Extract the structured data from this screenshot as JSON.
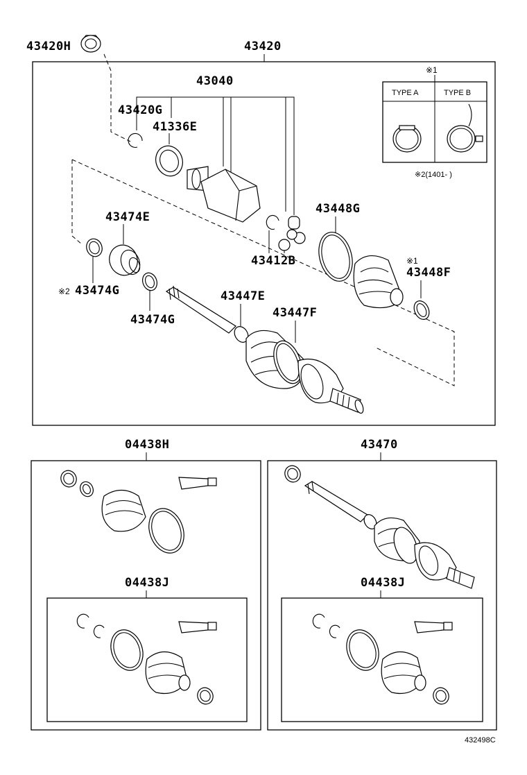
{
  "labels": {
    "p43420H": "43420H",
    "p43420": "43420",
    "p43040": "43040",
    "p43420G": "43420G",
    "p41336E": "41336E",
    "p43474E": "43474E",
    "p43448G": "43448G",
    "p43412B": "43412B",
    "p43448F": "43448F",
    "p43474G_left": "43474G",
    "p43474G_mid": "43474G",
    "p43447E": "43447E",
    "p43447F": "43447F",
    "p04438H": "04438H",
    "p43470": "43470",
    "p04438J_left": "04438J",
    "p04438J_right": "04438J"
  },
  "notes": {
    "note1_mark": "※1",
    "note1_near_43448F": "※1",
    "note2_mark_43474G": "※2",
    "type_a": "TYPE A",
    "type_b": "TYPE B",
    "note2_range": "※2(1401-    )"
  },
  "footer": {
    "diagram_code": "432498C"
  }
}
